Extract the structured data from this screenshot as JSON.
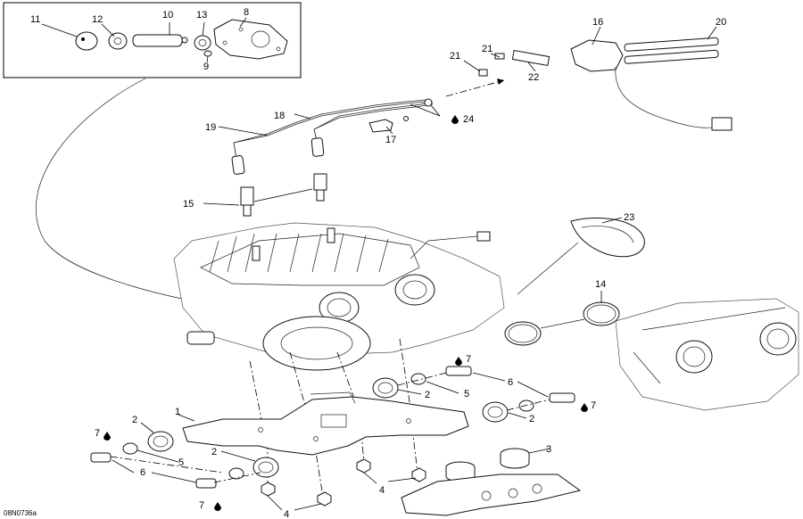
{
  "diagram": {
    "ref_code": "08N0736a",
    "callouts": {
      "c1": "1",
      "c2": "2",
      "c3": "3",
      "c4": "4",
      "c5": "5",
      "c6": "6",
      "c7": "7",
      "c8": "8",
      "c9": "9",
      "c10": "10",
      "c11": "11",
      "c12": "12",
      "c13": "13",
      "c14": "14",
      "c15": "15",
      "c16": "16",
      "c17": "17",
      "c18": "18",
      "c19": "19",
      "c20": "20",
      "c21": "21",
      "c22": "22",
      "c23": "23",
      "c24": "24"
    },
    "colors": {
      "line": "#111111",
      "background": "#ffffff"
    }
  }
}
